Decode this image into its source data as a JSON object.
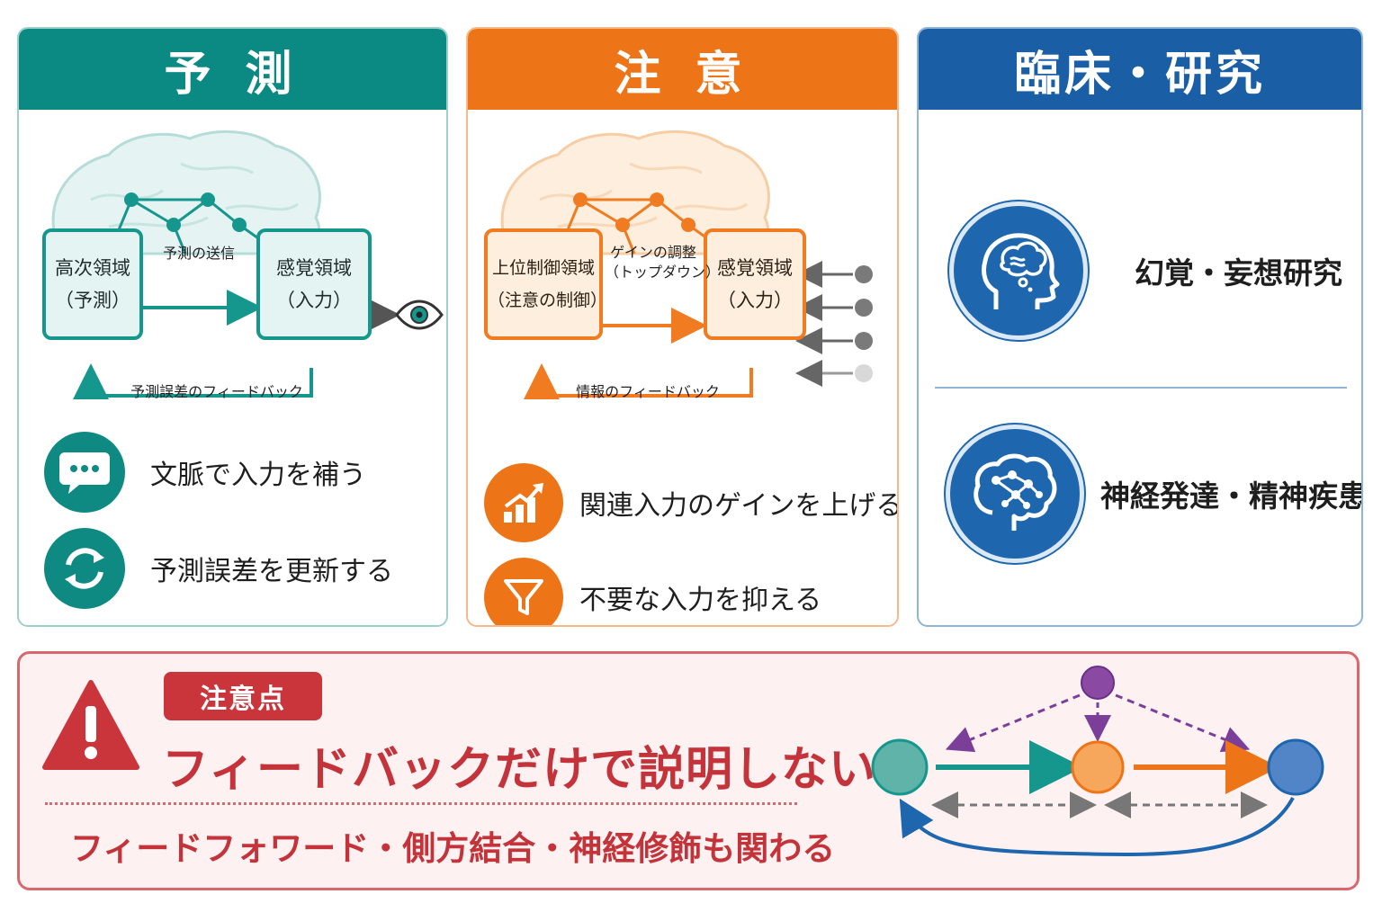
{
  "prediction": {
    "title": "予 測",
    "high_box": {
      "line1": "高次領域",
      "line2": "（予測）"
    },
    "sense_box": {
      "line1": "感覚領域",
      "line2": "（入力）"
    },
    "arrow_label": "予測の送信",
    "feedback_label": "予測誤差のフィードバック",
    "features": [
      {
        "text": "文脈で入力を補う",
        "icon": "speech-bubble-icon"
      },
      {
        "text": "予測誤差を更新する",
        "icon": "refresh-icon"
      }
    ],
    "color": "#0b8a83"
  },
  "attention": {
    "title": "注 意",
    "control_box": {
      "line1": "上位制御領域",
      "line2": "（注意の制御）"
    },
    "sense_box": {
      "line1": "感覚領域",
      "line2": "（入力）"
    },
    "arrow_label_1": "ゲインの調整",
    "arrow_label_2": "（トップダウン）",
    "feedback_label": "情報のフィードバック",
    "features": [
      {
        "text": "関連入力のゲインを上げる",
        "icon": "bar-chart-up-icon"
      },
      {
        "text": "不要な入力を抑える",
        "icon": "filter-icon"
      }
    ],
    "color": "#ee7418"
  },
  "clinical": {
    "title": "臨床・研究",
    "items": [
      {
        "text": "幻覚・妄想研究",
        "icon": "head-thought-icon"
      },
      {
        "text": "神経発達・精神疾患",
        "icon": "brain-network-icon"
      }
    ],
    "color": "#1a5ea6"
  },
  "caution": {
    "badge": "注意点",
    "title": "フィードバックだけで説明しない",
    "subtitle": "フィードフォワード・側方結合・神経修飾も関わる",
    "color": "#c4333a"
  }
}
